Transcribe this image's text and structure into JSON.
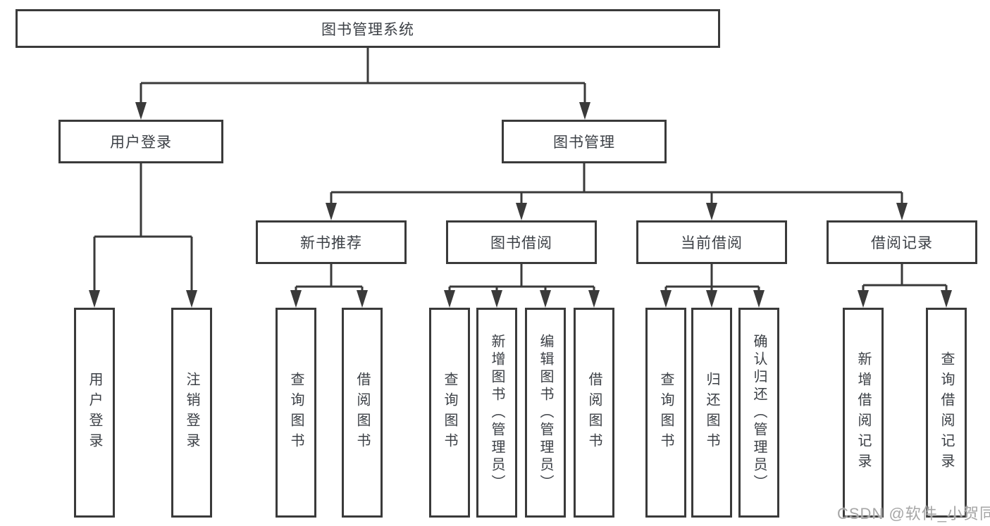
{
  "tree": {
    "label": "图书管理系统",
    "children": [
      {
        "label": "用户登录",
        "children": [
          {
            "label": "用户登录"
          },
          {
            "label": "注销登录"
          }
        ]
      },
      {
        "label": "图书管理",
        "children": [
          {
            "label": "新书推荐",
            "children": [
              {
                "label": "查询图书"
              },
              {
                "label": "借阅图书"
              }
            ]
          },
          {
            "label": "图书借阅",
            "children": [
              {
                "label": "查询图书"
              },
              {
                "label": "新增图书（管理员）"
              },
              {
                "label": "编辑图书（管理员）"
              },
              {
                "label": "借阅图书"
              }
            ]
          },
          {
            "label": "当前借阅",
            "children": [
              {
                "label": "查询图书"
              },
              {
                "label": "归还图书"
              },
              {
                "label": "确认归还（管理员）"
              }
            ]
          },
          {
            "label": "借阅记录",
            "children": [
              {
                "label": "新增借阅记录"
              },
              {
                "label": "查询借阅记录"
              }
            ]
          }
        ]
      }
    ]
  },
  "watermark": {
    "text": "CSDN @软件_小贺同学"
  },
  "colors": {
    "line": "#3a3a3a",
    "text": "#3c4046",
    "watermark": "#a6a6a6",
    "background": "#ffffff"
  }
}
